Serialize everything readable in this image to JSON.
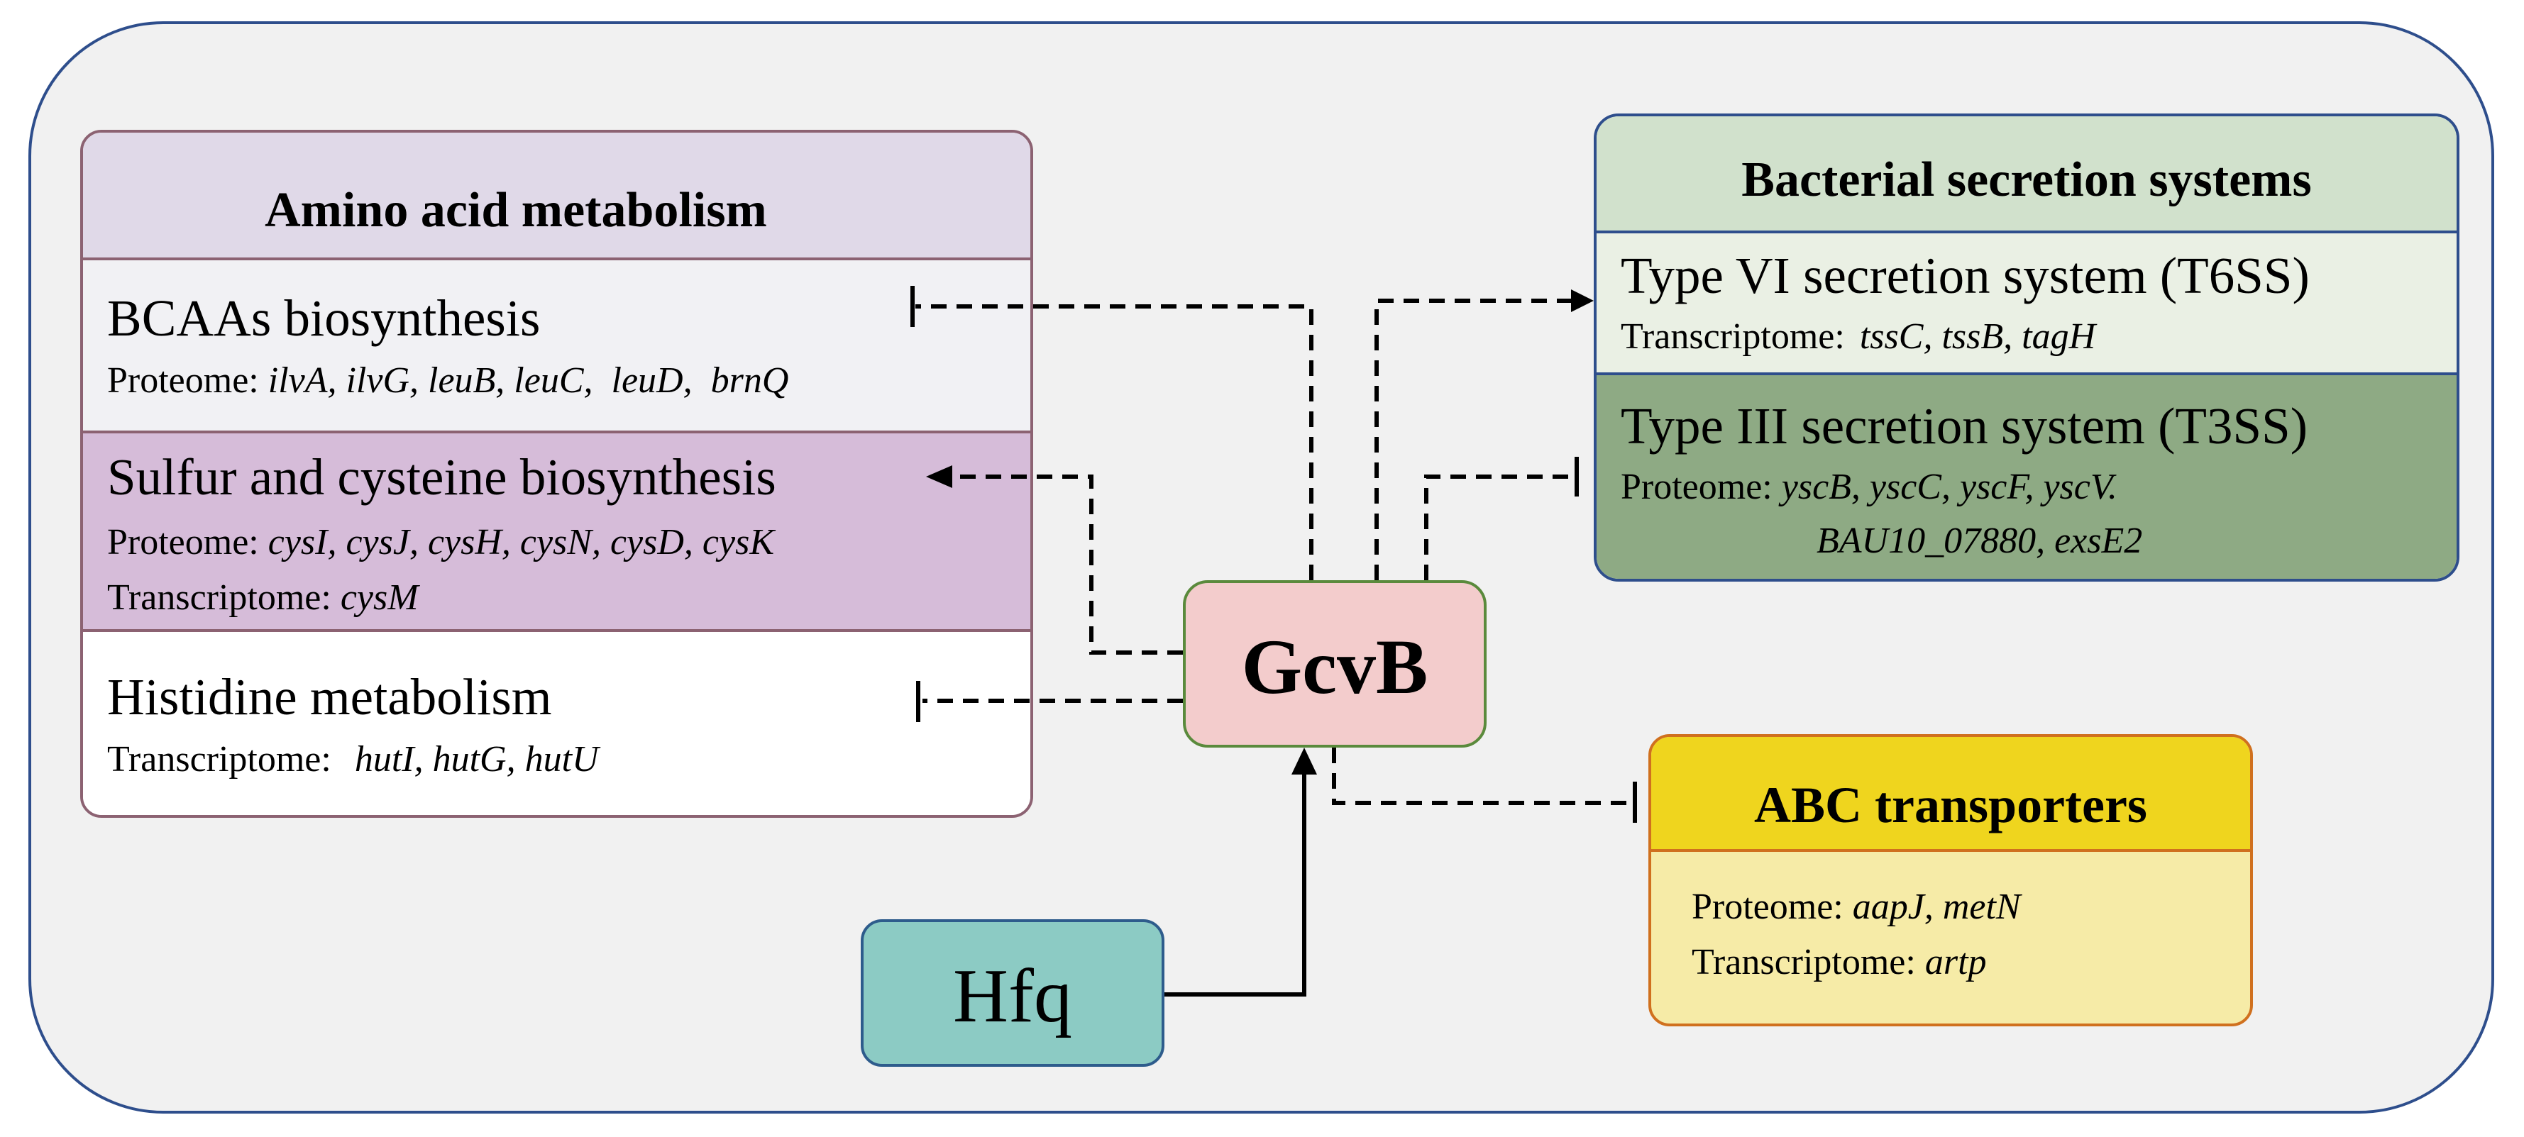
{
  "colors": {
    "outer_bg": "#f1f1f1",
    "outer_border": "#2e4e8c",
    "amino_header": "#e0d9e8",
    "amino_border": "#8c6272",
    "bcaa_bg": "#f1f1f4",
    "sulfur_bg": "#d6bcd9",
    "histidine_bg": "#ffffff",
    "secretion_header": "#d1e1cc",
    "t6ss_bg": "#eaf0e4",
    "t3ss_bg": "#8eaa84",
    "secretion_border": "#2e4e8c",
    "gcvb_bg": "#f3cccc",
    "gcvb_border": "#5a8a3c",
    "hfq_bg": "#8ccbc4",
    "hfq_border": "#2e5c8c",
    "abc_header": "#efd51e",
    "abc_body": "#f6eba7",
    "abc_border": "#d0701e"
  },
  "amino": {
    "title": "Amino acid metabolism",
    "bcaa": {
      "title": "BCAAs biosynthesis",
      "label": "Proteome:",
      "genes": "ilvA, ilvG, leuB, leuC,  leuD,  brnQ"
    },
    "sulfur": {
      "title": "Sulfur and cysteine biosynthesis",
      "proteome_label": "Proteome:",
      "proteome_genes": "cysI, cysJ, cysH, cysN, cysD, cysK",
      "transcriptome_label": "Transcriptome:",
      "transcriptome_genes": "cysM"
    },
    "histidine": {
      "title": "Histidine metabolism",
      "label": "Transcriptome:",
      "genes": "hutI, hutG, hutU"
    }
  },
  "secretion": {
    "title": "Bacterial secretion systems",
    "t6ss": {
      "title": "Type VI secretion system (T6SS)",
      "label": "Transcriptome:",
      "genes": "tssC, tssB, tagH"
    },
    "t3ss": {
      "title": "Type III secretion system (T3SS)",
      "label": "Proteome:",
      "genes_line1": "yscB, yscC, yscF, yscV.",
      "genes_line2": "BAU10_07880, exsE2"
    }
  },
  "gcvb": {
    "label": "GcvB"
  },
  "hfq": {
    "label": "Hfq"
  },
  "abc": {
    "title": "ABC transporters",
    "proteome_label": "Proteome:",
    "proteome_genes": "aapJ, metN",
    "transcriptome_label": "Transcriptome:",
    "transcriptome_genes": "artp"
  }
}
